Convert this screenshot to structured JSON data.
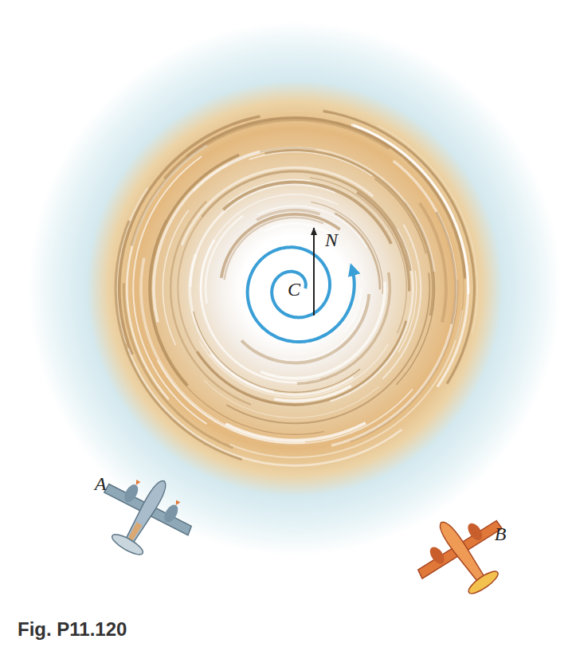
{
  "diagram": {
    "caption": "Fig. P11.120",
    "labels": [
      "C",
      "A",
      "B",
      "N"
    ]
  }
}
